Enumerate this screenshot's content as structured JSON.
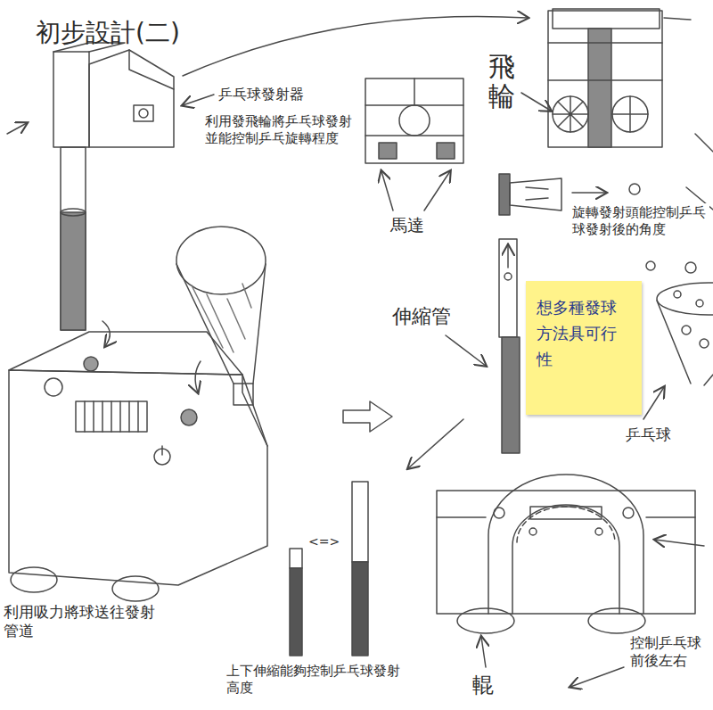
{
  "diagram": {
    "title": "初步設計(二)",
    "nodes": [
      {
        "text": [
          "想多種發球方法具可行性"
        ]
      }
    ],
    "labels": [
      "乒乓球發射器",
      "利用發飛輪將乒乓球發射並能控制乒乓旋轉程度",
      "飛輪",
      "馬達",
      "旋轉發射頭能控制乒乓球發射後的角度",
      "伸縮管",
      "乒乓球",
      "利用吸力將球送往發射管道",
      "<=>",
      "上下伸縮能夠控制乒乓球發射高度",
      "輥",
      "控制乒乓球前後左右"
    ]
  }
}
